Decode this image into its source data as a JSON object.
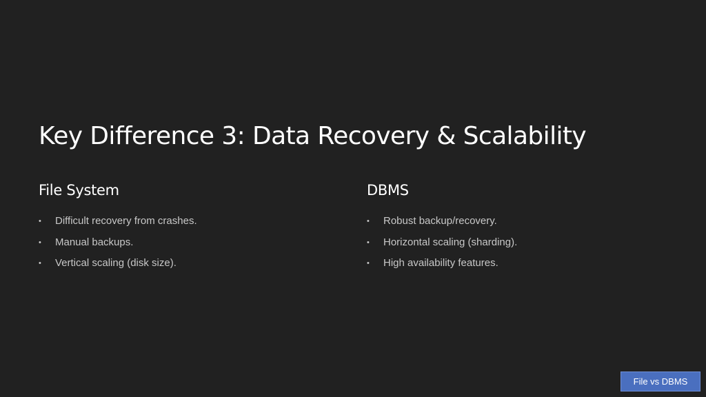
{
  "slide": {
    "title": "Key Difference 3: Data Recovery & Scalability",
    "left_column": {
      "heading": "File System",
      "bullets": [
        "Difficult recovery from crashes.",
        "Manual backups.",
        "Vertical scaling (disk size)."
      ]
    },
    "right_column": {
      "heading": "DBMS",
      "bullets": [
        "Robust backup/recovery.",
        "Horizontal scaling (sharding).",
        "High availability features."
      ]
    },
    "footer_tag": "File vs DBMS",
    "bullet_glyph": "•"
  },
  "colors": {
    "background": "#212121",
    "title": "#ffffff",
    "body_text": "#c8c8c8",
    "tag_background": "#4a6fbf"
  }
}
